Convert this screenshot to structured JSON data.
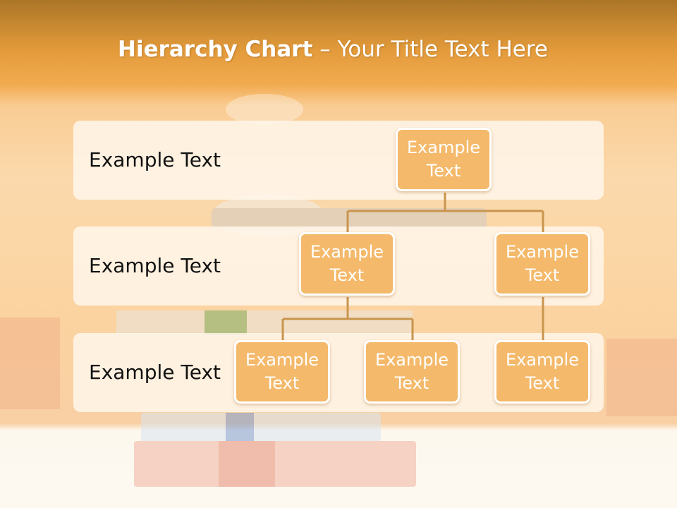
{
  "slide": {
    "title_bold": "Hierarchy Chart",
    "title_rest": " – Your Title Text Here"
  },
  "rows": [
    {
      "label": "Example Text"
    },
    {
      "label": "Example Text"
    },
    {
      "label": "Example Text"
    }
  ],
  "nodes": {
    "root": "Example\nText",
    "mid_left": "Example\nText",
    "mid_right": "Example\nText",
    "leaf_1": "Example\nText",
    "leaf_2": "Example\nText",
    "leaf_3": "Example\nText"
  },
  "colors": {
    "header": "#e29a3a",
    "node_fill": "#f4b96a",
    "node_border": "#ffffff",
    "connector": "#c9954d",
    "band": "#fff7ec"
  }
}
